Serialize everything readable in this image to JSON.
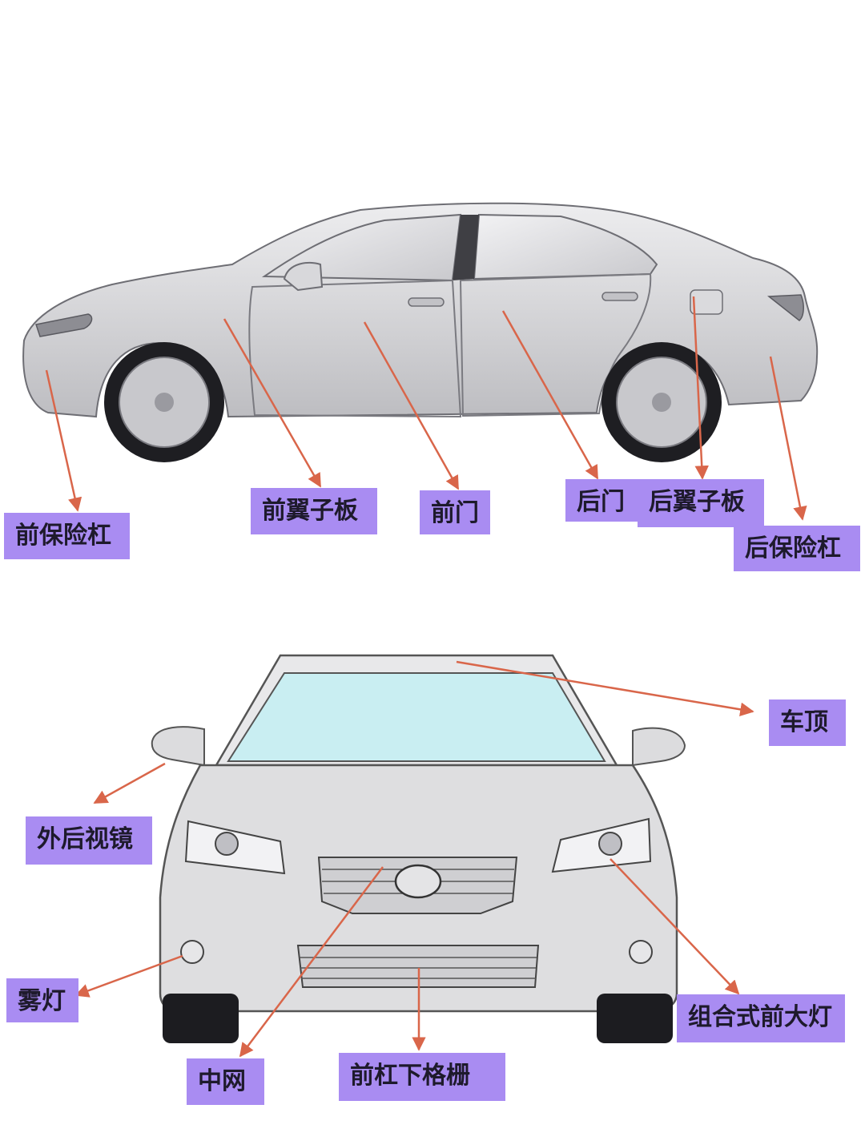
{
  "side_view": {
    "labels": {
      "front_bumper": "前保险杠",
      "front_fender": "前翼子板",
      "front_door": "前门",
      "rear_door": "后门",
      "rear_fender": "后翼子板",
      "rear_bumper": "后保险杠"
    }
  },
  "front_view": {
    "labels": {
      "roof": "车顶",
      "side_mirror": "外后视镜",
      "fog_light": "雾灯",
      "headlight_assembly": "组合式前大灯",
      "grille": "中网",
      "lower_grille": "前杠下格栅"
    }
  },
  "colors": {
    "label_bg": "#a98cf2",
    "arrow": "#d9664a",
    "car_body": "#d4d4d6",
    "windshield": "#c9eef2"
  }
}
